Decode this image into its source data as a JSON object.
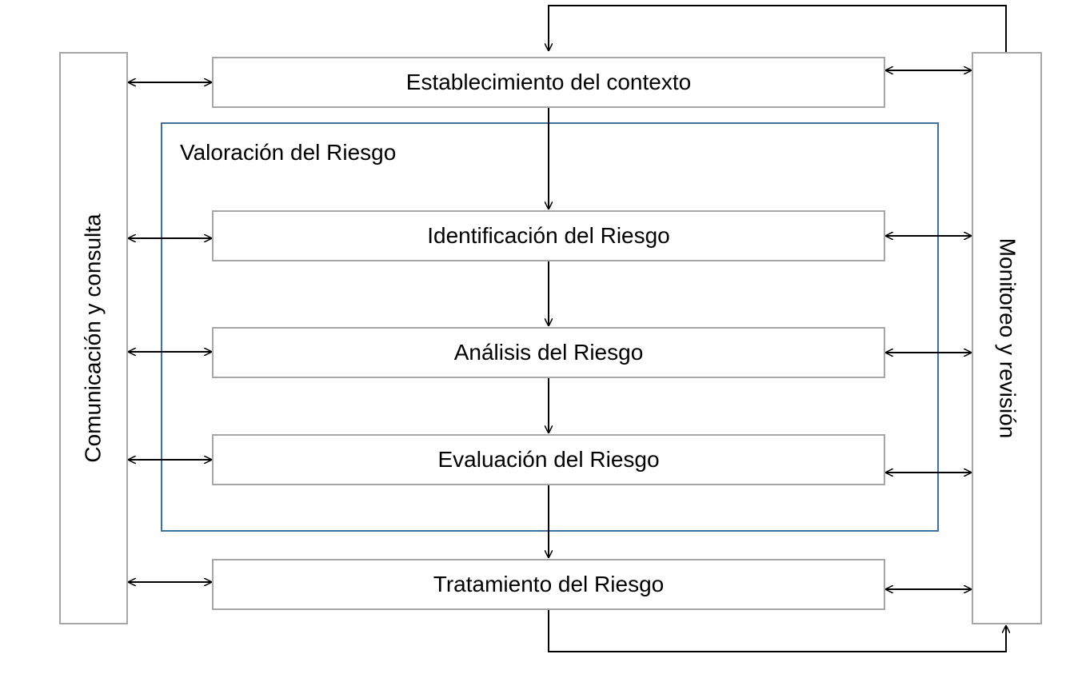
{
  "diagram": {
    "left_panel": "Comunicación y consulta",
    "right_panel": "Monitoreo y revisión",
    "assessment_group": "Valoración del Riesgo",
    "steps": [
      "Establecimiento del contexto",
      "Identificación del Riesgo",
      "Análisis del Riesgo",
      "Evaluación del Riesgo",
      "Tratamiento del Riesgo"
    ]
  },
  "colors": {
    "box_border": "#a6a6a6",
    "group_border": "#41719c",
    "arrow": "#000000"
  }
}
